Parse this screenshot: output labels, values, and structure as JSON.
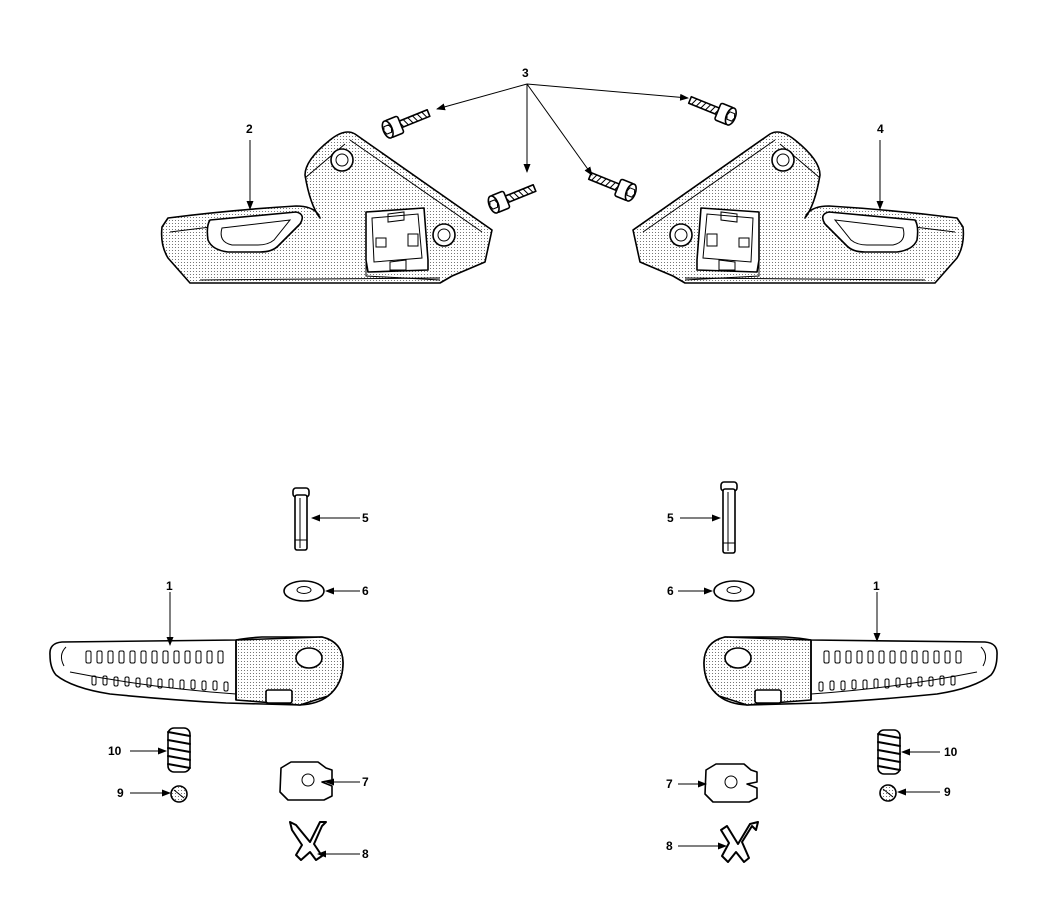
{
  "callouts": {
    "c1_left": "1",
    "c1_right": "1",
    "c2": "2",
    "c3": "3",
    "c4": "4",
    "c5_left": "5",
    "c5_right": "5",
    "c6_left": "6",
    "c6_right": "6",
    "c7_left": "7",
    "c7_right": "7",
    "c8_left": "8",
    "c8_right": "8",
    "c9_left": "9",
    "c9_right": "9",
    "c10_left": "10",
    "c10_right": "10"
  }
}
